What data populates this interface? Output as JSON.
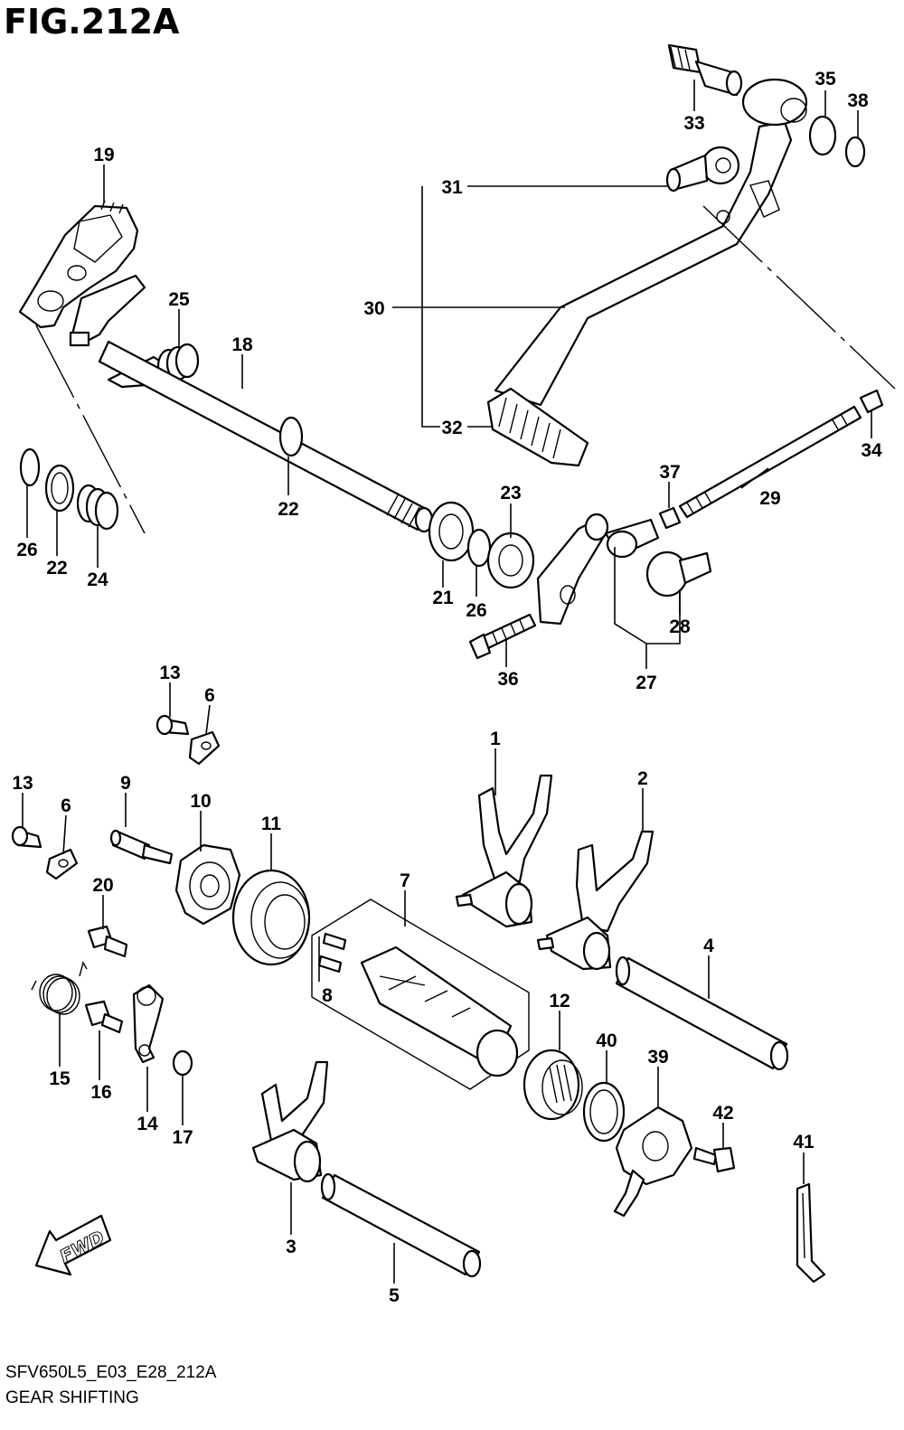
{
  "figure": {
    "title": "FIG.212A",
    "code": "SFV650L5_E03_E28_212A",
    "name": "GEAR SHIFTING"
  },
  "direction_badge": "FWD",
  "callouts": [
    "1",
    "2",
    "3",
    "4",
    "5",
    "6",
    "6",
    "7",
    "8",
    "9",
    "10",
    "11",
    "12",
    "13",
    "13",
    "14",
    "15",
    "16",
    "17",
    "18",
    "19",
    "20",
    "21",
    "22",
    "22",
    "23",
    "24",
    "25",
    "26",
    "26",
    "27",
    "28",
    "29",
    "30",
    "31",
    "32",
    "33",
    "34",
    "35",
    "36",
    "37",
    "38",
    "39",
    "40",
    "41",
    "42"
  ]
}
